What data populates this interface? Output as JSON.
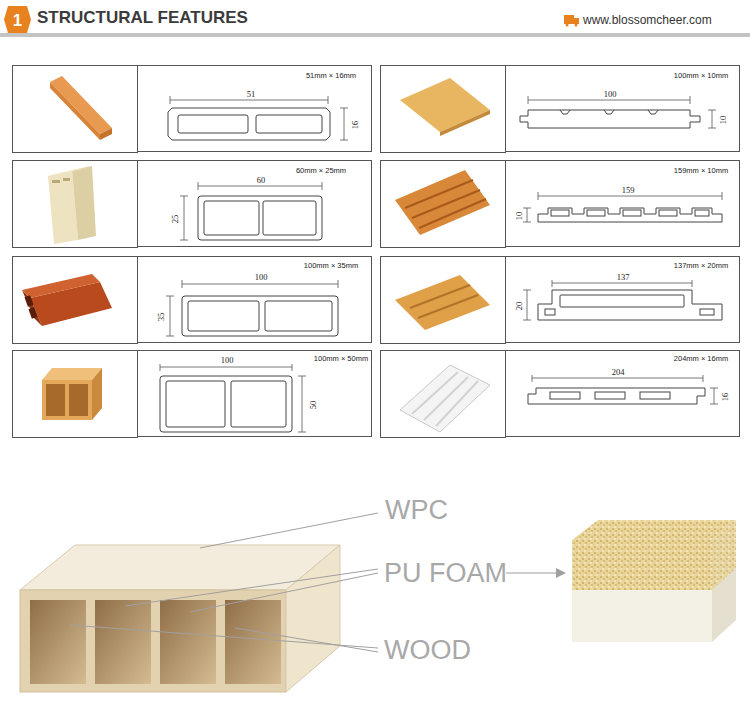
{
  "diagram": {
    "title": "STRUCTURAL FEATURES",
    "nodes": [
      {
        "text": [
          "1"
        ]
      },
      {
        "text": [
          "51mm × 16mm",
          "51",
          "16"
        ]
      },
      {
        "text": [
          "100mm × 10mm",
          "100",
          "10"
        ]
      },
      {
        "text": [
          "60mm × 25mm",
          "60",
          "25"
        ]
      },
      {
        "text": [
          "159mm × 10mm",
          "159",
          "10"
        ]
      },
      {
        "text": [
          "100mm × 35mm",
          "100",
          "35"
        ]
      },
      {
        "text": [
          "137mm × 20mm",
          "137",
          "20"
        ]
      },
      {
        "text": [
          "100mm × 50mm",
          "100",
          "50"
        ]
      },
      {
        "text": [
          "204mm × 16mm",
          "204",
          "16"
        ]
      }
    ],
    "labels": [
      "www.blossomcheer.com",
      "WPC",
      "PU FOAM",
      "WOOD"
    ]
  }
}
